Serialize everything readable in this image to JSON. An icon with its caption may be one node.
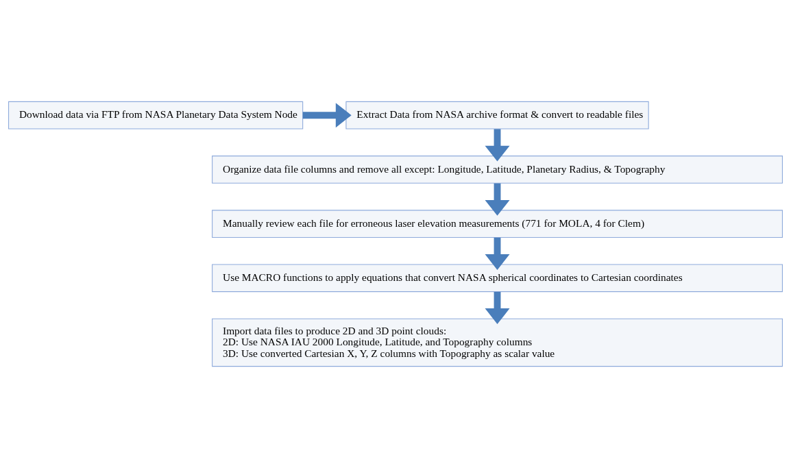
{
  "diagram": {
    "nodes": [
      {
        "text": [
          "Download data via FTP from NASA Planetary Data System Node"
        ]
      },
      {
        "text": [
          "Extract Data from NASA archive format & convert to readable files"
        ]
      },
      {
        "text": [
          "Organize data file columns and remove all except: Longitude, Latitude, Planetary Radius, & Topography"
        ]
      },
      {
        "text": [
          "Manually review each file for erroneous laser elevation measurements (771 for MOLA, 4 for Clem)"
        ]
      },
      {
        "text": [
          "Use MACRO functions to apply equations that convert NASA spherical coordinates to Cartesian coordinates"
        ]
      },
      {
        "text": [
          "Import data files to produce 2D and 3D point clouds:",
          "2D: Use NASA IAU 2000 Longitude, Latitude, and Topography columns",
          "3D: Use converted Cartesian X, Y, Z columns with Topography as scalar value"
        ]
      }
    ],
    "edges": [
      {
        "from": 0,
        "to": 1,
        "arrow": "to"
      },
      {
        "from": 1,
        "to": 2,
        "arrow": "to"
      },
      {
        "from": 2,
        "to": 3,
        "arrow": "to"
      },
      {
        "from": 3,
        "to": 4,
        "arrow": "to"
      },
      {
        "from": 4,
        "to": 5,
        "arrow": "to"
      }
    ]
  }
}
